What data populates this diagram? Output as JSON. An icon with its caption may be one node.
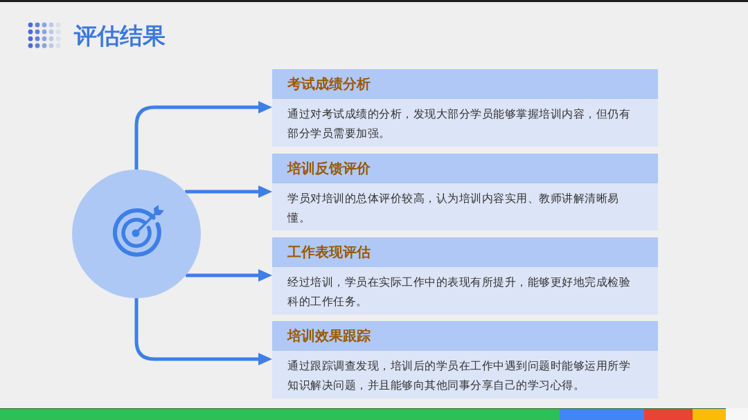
{
  "diagram": {
    "title": "评估结果",
    "nodes": [
      {
        "text": [],
        "shape": "circle"
      },
      {
        "text": [
          "考试成绩分析",
          "通过对考试成绩的分析，发现大部分学员能够掌握培训内容，但仍有部分学员需要加强。"
        ]
      },
      {
        "text": [
          "培训反馈评价",
          "学员对培训的总体评价较高，认为培训内容实用、教师讲解清晰易懂。"
        ]
      },
      {
        "text": [
          "工作表现评估",
          "经过培训，学员在实际工作中的表现有所提升，能够更好地完成检验科的工作任务。"
        ]
      },
      {
        "text": [
          "培训效果跟踪",
          "通过跟踪调查发现，培训后的学员在工作中遇到问题时能够运用所学知识解决问题，并且能够向其他同事分享自己的学习心得。"
        ]
      }
    ],
    "edges": [
      {
        "from": 0,
        "to": 1,
        "arrow": "to"
      },
      {
        "from": 0,
        "to": 2,
        "arrow": "to"
      },
      {
        "from": 0,
        "to": 3,
        "arrow": "to"
      },
      {
        "from": 0,
        "to": 4,
        "arrow": "to"
      }
    ]
  }
}
